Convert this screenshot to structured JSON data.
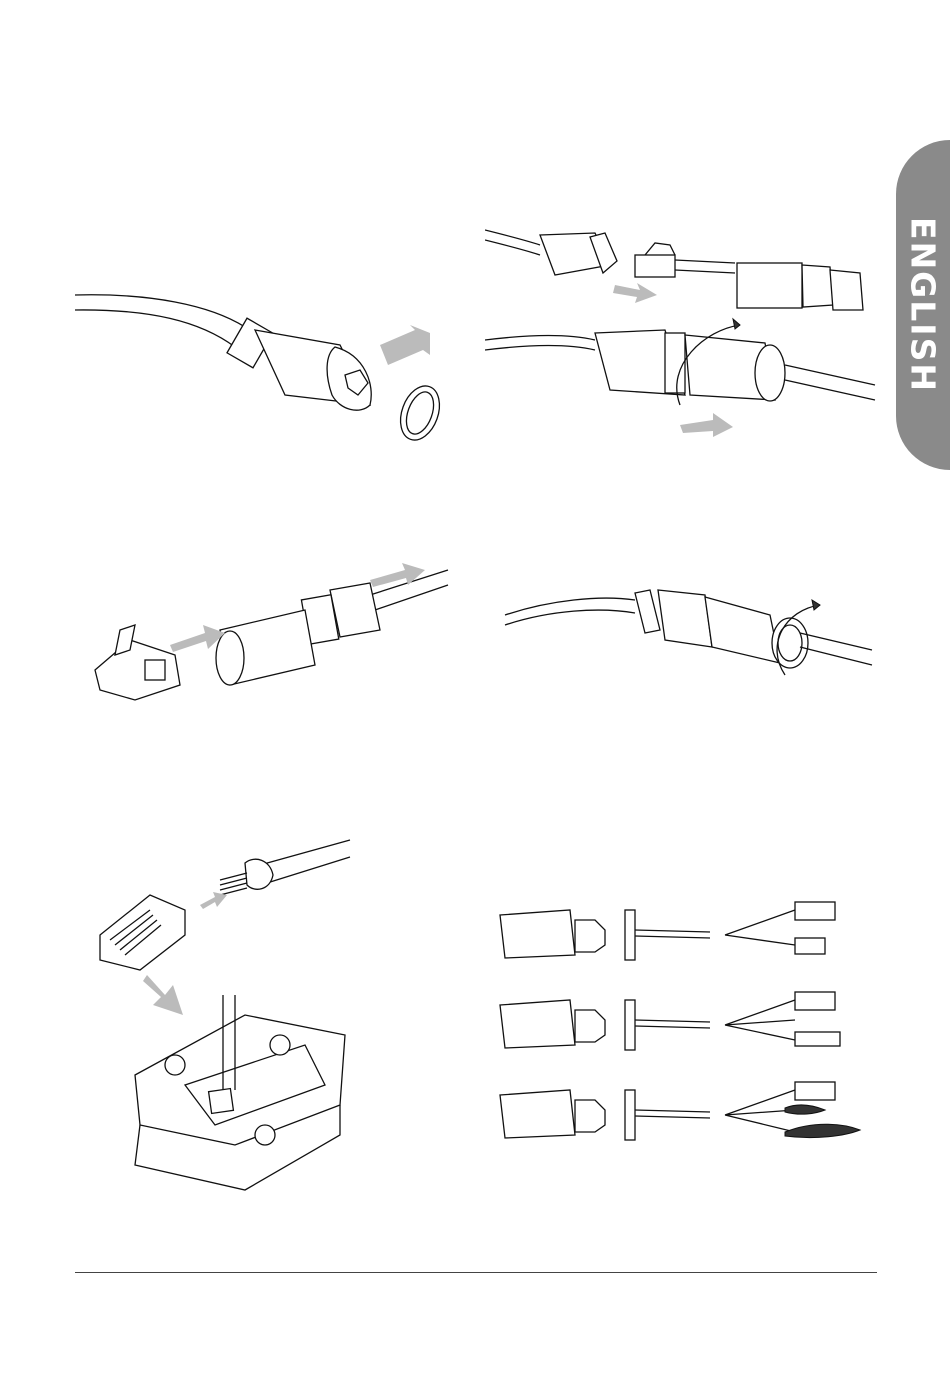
{
  "side_tab": {
    "label": "ENGLISH",
    "color": "#8a8a8a"
  },
  "figures": [
    {
      "name": "waterproof-ring-insertion"
    },
    {
      "name": "connector-attach-and-tighten"
    },
    {
      "name": "cable-through-sleeve"
    },
    {
      "name": "cap-tighten"
    },
    {
      "name": "rj45-crimping"
    },
    {
      "name": "camera-cable-variants"
    }
  ]
}
